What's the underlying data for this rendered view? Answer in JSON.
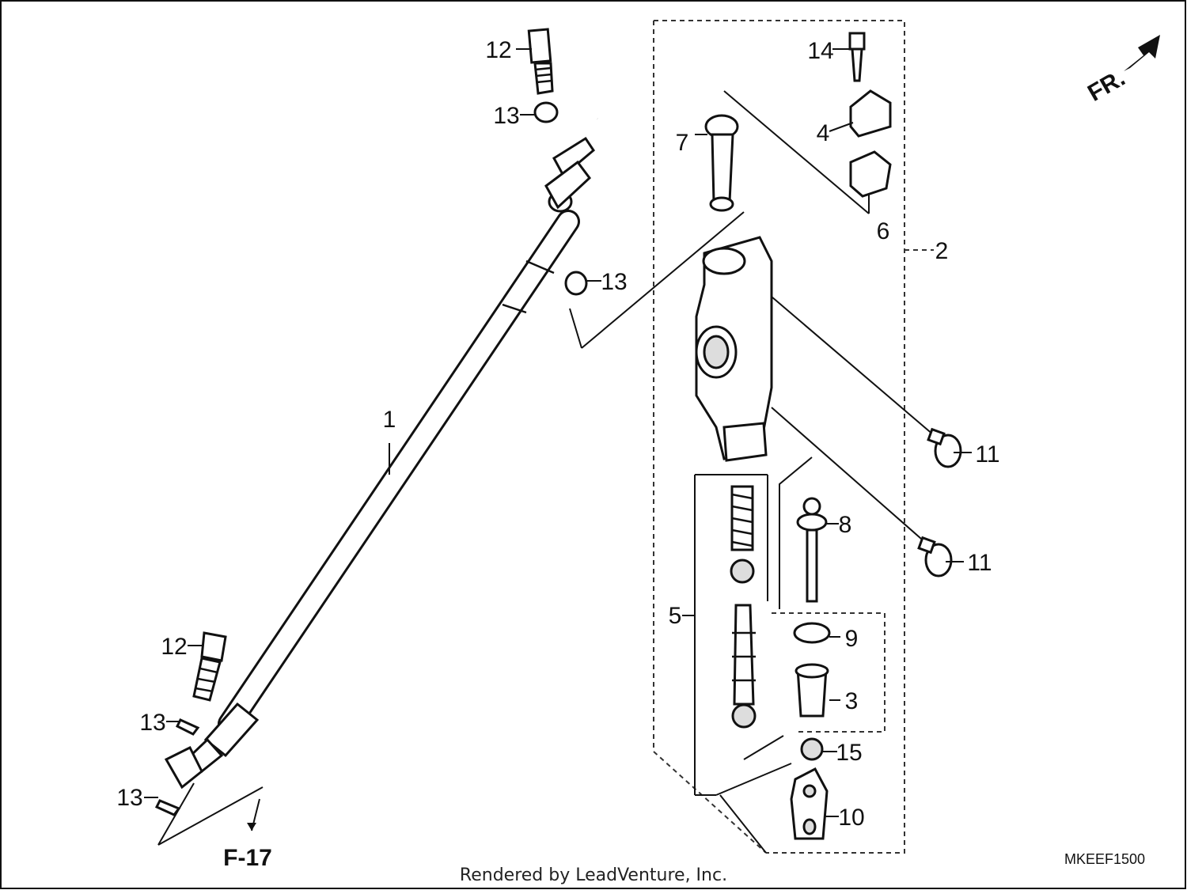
{
  "diagram": {
    "callouts": {
      "c1": "1",
      "c2": "2",
      "c3": "3",
      "c4": "4",
      "c5": "5",
      "c6": "6",
      "c7": "7",
      "c8": "8",
      "c9": "9",
      "c10": "10",
      "c11a": "11",
      "c11b": "11",
      "c12a": "12",
      "c12b": "12",
      "c13a": "13",
      "c13b": "13",
      "c13c": "13",
      "c13d": "13",
      "c14": "14",
      "c15": "15"
    },
    "direction_label": "FR.",
    "reference": "F-17",
    "diagram_code": "MKEEF1500",
    "credit": "Rendered by LeadVenture, Inc."
  }
}
